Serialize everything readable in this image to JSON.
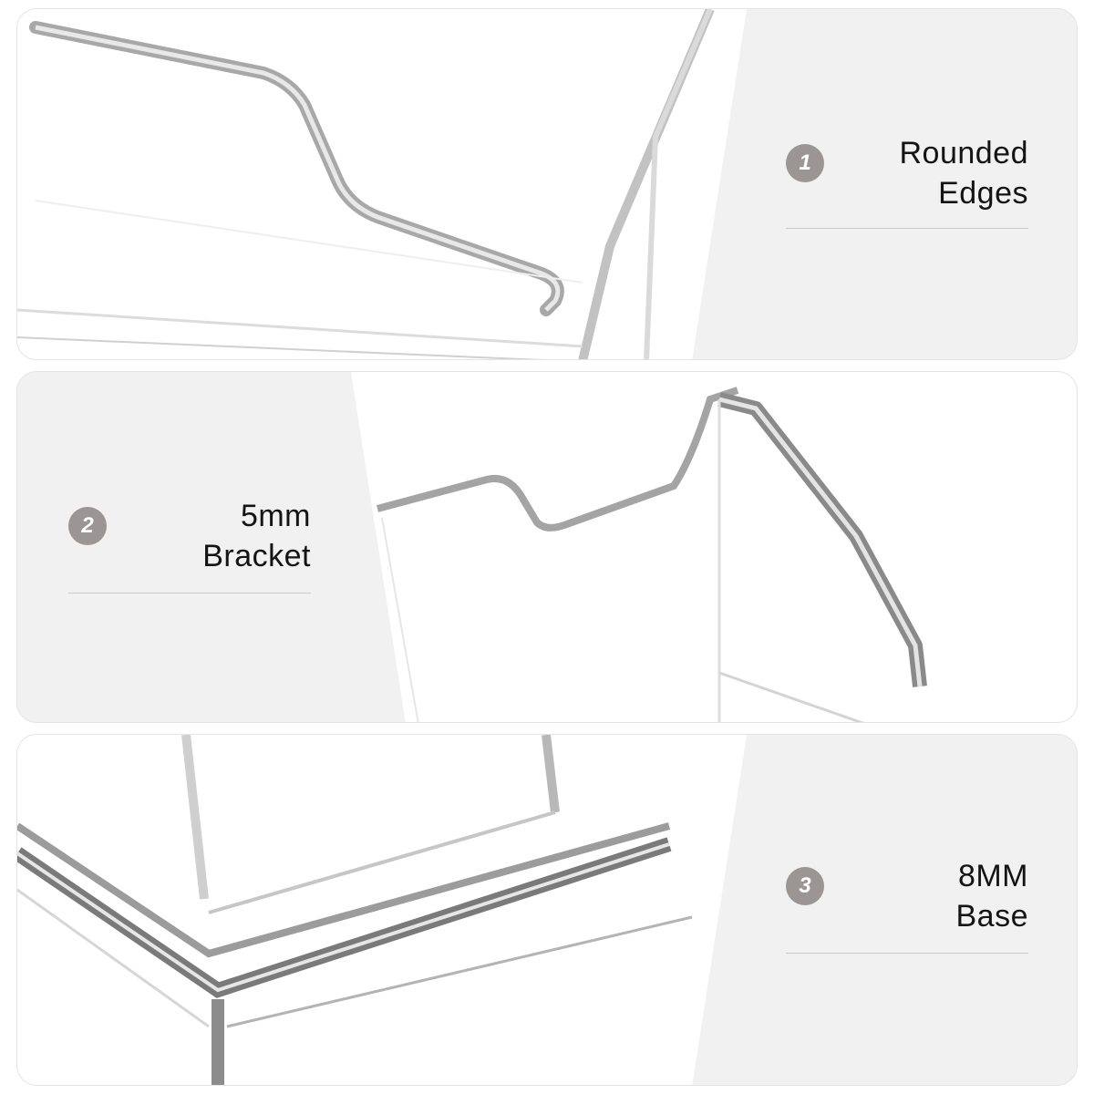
{
  "features": [
    {
      "number": "1",
      "line1": "Rounded",
      "line2": "Edges"
    },
    {
      "number": "2",
      "line1": "5mm",
      "line2": "Bracket"
    },
    {
      "number": "3",
      "line1": "8MM",
      "line2": "Base"
    }
  ],
  "colors": {
    "badge": "#9b9594",
    "panel_gray": "#f1f1f1",
    "text": "#141414",
    "divider": "#c9c9c9"
  }
}
